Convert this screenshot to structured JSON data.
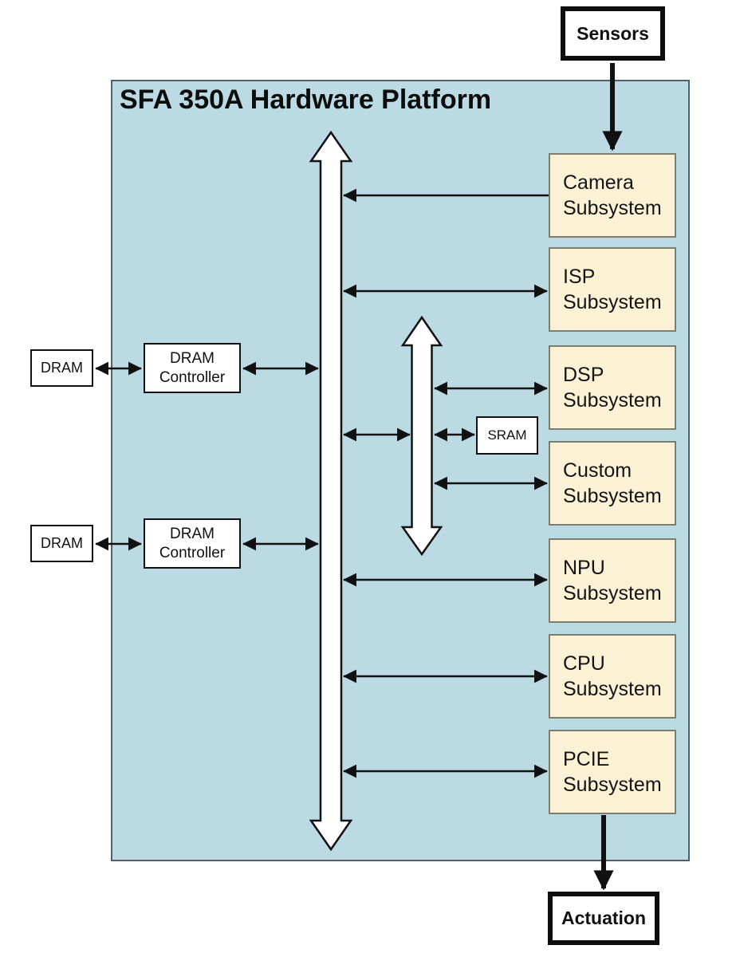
{
  "title": "SFA 350A Hardware Platform",
  "external": {
    "sensors": "Sensors",
    "actuation": "Actuation"
  },
  "memory": {
    "dram1": "DRAM",
    "controller1": "DRAM\nController",
    "dram2": "DRAM",
    "controller2": "DRAM\nController",
    "sram": "SRAM"
  },
  "subsystems": [
    {
      "label": "Camera\nSubsystem"
    },
    {
      "label": "ISP\nSubsystem"
    },
    {
      "label": "DSP\nSubsystem"
    },
    {
      "label": "Custom\nSubsystem"
    },
    {
      "label": "NPU\nSubsystem"
    },
    {
      "label": "CPU\nSubsystem"
    },
    {
      "label": "PCIE\nSubsystem"
    }
  ],
  "colors": {
    "platform_bg": "#bcdae4",
    "subsystem_bg": "#fbf2d5",
    "box_bg": "#ffffff",
    "line": "#111111"
  }
}
